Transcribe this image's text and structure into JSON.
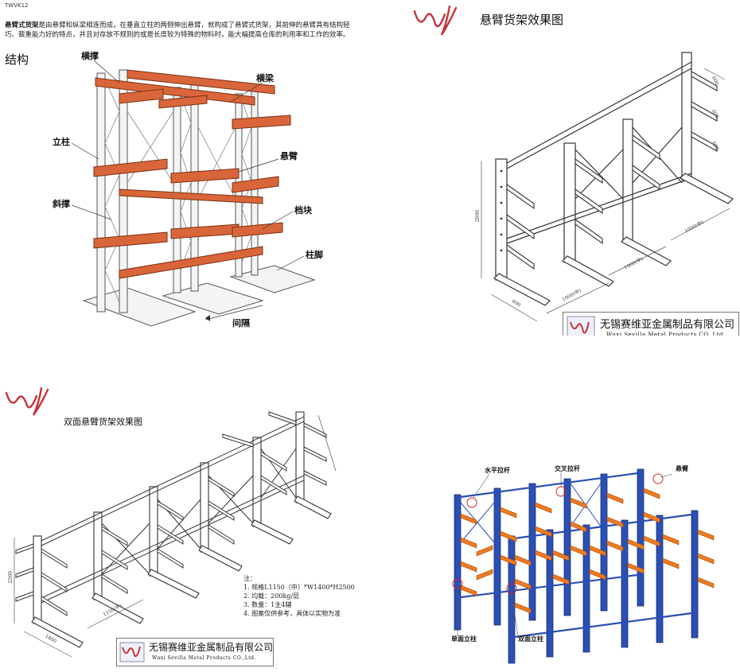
{
  "panel1": {
    "corner_note": "TWVK12",
    "intro_term": "悬臂式货架",
    "intro_text": "是由悬臂和纵梁相连而成，在垂直立柱的两侧伸出悬臂，就构成了悬臂式货架，其前伸的悬臂具有结构轻巧、载重能力好的特点，并且对存放不规则的或是长度较为特殊的物料时，能大幅提高仓库的利用率和工作的效率。",
    "heading": "结构",
    "labels": {
      "brace": "横撑",
      "beam": "横梁",
      "column": "立柱",
      "cantilever": "悬臂",
      "diagonal": "斜撑",
      "stopper": "档块",
      "foot": "柱脚",
      "spacing": "间隔"
    }
  },
  "panel2": {
    "title": "悬臂货架效果图",
    "dim_height": "2000",
    "dim_depth": "600",
    "dim_bay1": "1000(中)",
    "dim_bay2": "1000(中)",
    "dim_bay3": "1000(中)",
    "dim_arm1": "600",
    "dim_arm2": "600",
    "dim_arm3": "600"
  },
  "company": {
    "name_cn": "无锡赛维亚金属制品有限公司",
    "name_en": "Wuxi Sevilla Metal Products CO.,Ltd."
  },
  "panel3": {
    "title": "双面悬臂货架效果图",
    "notes": [
      "注：",
      "1. 规格L1150（中）*W1400*H2500",
      "2. 均载：200kg/层",
      "3. 数量：1主4辅",
      "4. 图案仅供参考，具体以实物为准"
    ],
    "dim_height": "2500",
    "dim_width": "1400",
    "dim_bay": "1150(中)"
  },
  "panel4": {
    "labels": {
      "horizontal_tie": "水平拉杆",
      "cross_tie": "交叉拉杆",
      "cantilever": "悬臂",
      "single_column": "单面立柱",
      "double_column": "双面立柱"
    }
  },
  "colors": {
    "rack_orange": "#d9663a",
    "rack_blue": "#2a4fb5",
    "arm_orange": "#f07a1e",
    "logo_red": "#c8323a",
    "callout_red": "#d8202a"
  }
}
